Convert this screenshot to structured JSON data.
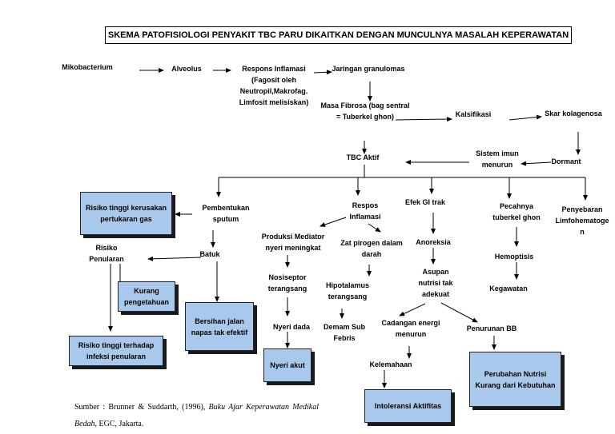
{
  "title": "SKEMA PATOFISIOLOGI PENYAKIT TBC PARU DIKAITKAN DENGAN MUNCULNYA MASALAH KEPERAWATAN",
  "nodes": {
    "mikobacterium": "Mikobacterium",
    "alveolus": "Alveolus",
    "respons_inflamasi": "Respons Inflamasi\n(Fagosit oleh\nNeutropil,Makrofag.\nLimfosit melisiskan)",
    "jaringan_granulomas": "Jaringan granulomas",
    "masa_fibrosa": "Masa Fibrosa (bag sentral\n= Tuberkel ghon)",
    "kalsifikasi": "Kalsifikasi",
    "skar_kolagenosa": "Skar kolagenosa",
    "dormant": "Dormant",
    "sistem_imun": "Sistem imun\nmenurun",
    "tbc_aktif": "TBC Aktif",
    "pembentukan_sputum": "Pembentukan\nsputum",
    "respos_inflamasi": "Respos\nInflamasi",
    "efek_gi": "Efek GI trak",
    "pecahnya_tuberkel": "Pecahnya\ntuberkel ghon",
    "penyebaran": "Penyebaran\nLimfohematoge\nn",
    "risiko_penularan": "Risiko\nPenularan",
    "batuk": "Batuk",
    "produksi_mediator": "Produksi Mediator\nnyeri meningkat",
    "zat_pirogen": "Zat pirogen dalam\ndarah",
    "anoreksia": "Anoreksia",
    "hemoptisis": "Hemoptisis",
    "nosiseptor": "Nosiseptor\nterangsang",
    "hipotalamus": "Hipotalamus\nterangsang",
    "asupan_nutrisi": "Asupan\nnutrisi tak\nadekuat",
    "kegawatan": "Kegawatan",
    "nyeri_dada": "Nyeri dada",
    "demam": "Demam Sub\nFebris",
    "cadangan_energi": "Cadangan energi\nmenurun",
    "penurunan_bb": "Penurunan BB",
    "kelemahaan": "Kelemahaan"
  },
  "diagnoses": {
    "kerusakan_gas": "Risiko tinggi kerusakan\npertukaran gas",
    "kurang_pengetahuan": "Kurang\npengetahuan",
    "bersihan_jalan_napas": "Bersihan jalan\nnapas tak efektif",
    "infeksi_penularan": "Risiko tinggi terhadap\ninfeksi penularan",
    "nyeri_akut": "Nyeri akut",
    "intoleransi_aktifitas": "Intoleransi Aktifitas",
    "perubahan_nutrisi": "Perubahan Nutrisi\nKurang dari Kebutuhan"
  },
  "source": {
    "prefix": "Sumber : Brunner & Suddarth, (1996), ",
    "book": "Buku Ajar Keperawatan Medikal Bedah",
    "suffix": ", EGC, Jakarta."
  },
  "colors": {
    "box_fill": "#a9c9ec",
    "line": "#000000"
  }
}
